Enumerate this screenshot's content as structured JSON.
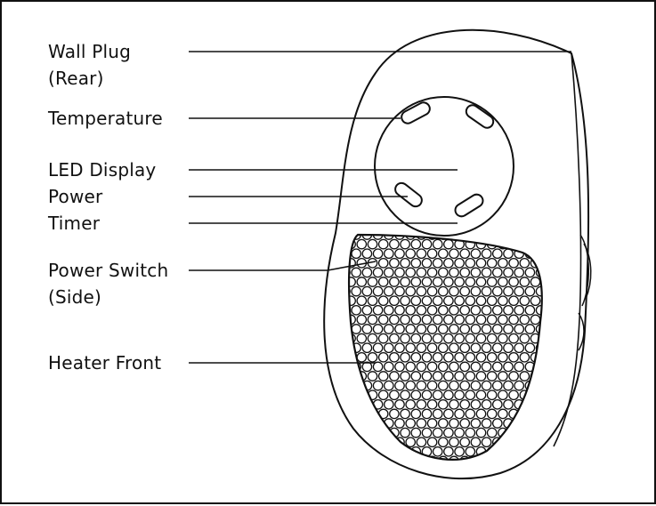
{
  "labels": {
    "wall_plug": {
      "line1": "Wall Plug",
      "line2": "(Rear)"
    },
    "temperature": "Temperature",
    "led_display": "LED Display",
    "power": "Power",
    "timer": "Timer",
    "power_switch": {
      "line1": "Power Switch",
      "line2": "(Side)"
    },
    "heater_front": "Heater Front"
  },
  "colors": {
    "line": "#111111",
    "background": "#ffffff"
  }
}
